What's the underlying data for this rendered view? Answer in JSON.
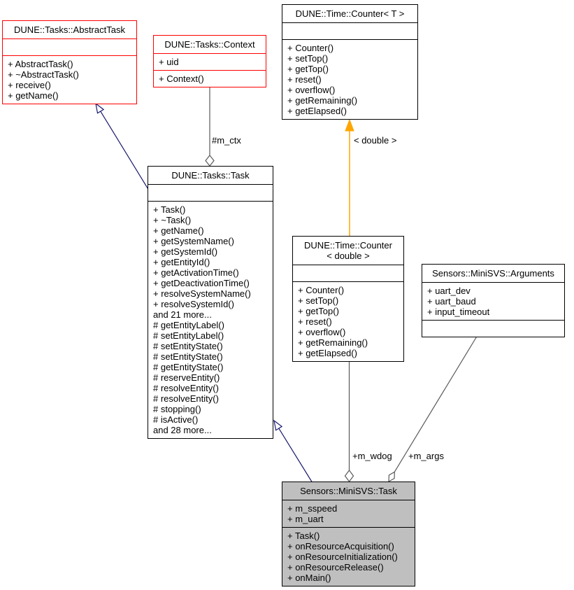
{
  "colors": {
    "inheritance_edge": "#191970",
    "template_edge": "#ffa500",
    "aggregation_edge": "#5a5a5a",
    "truncated_box_border": "#ff0000",
    "normal_box_border": "#000000",
    "current_node_background": "#bfbfbf",
    "box_background": "#ffffff"
  },
  "classes": [
    {
      "id": "abstract-task",
      "title": "DUNE::Tasks::AbstractTask",
      "attributes": [],
      "methods": [
        "+ AbstractTask()",
        "+ ~AbstractTask()",
        "+ receive()",
        "+ getName()"
      ]
    },
    {
      "id": "context",
      "title": "DUNE::Tasks::Context",
      "attributes": [
        "+ uid"
      ],
      "methods": [
        "+ Context()"
      ]
    },
    {
      "id": "counter-template",
      "title": "DUNE::Time::Counter< T >",
      "attributes": [],
      "methods": [
        "+ Counter()",
        "+ setTop()",
        "+ getTop()",
        "+ reset()",
        "+ overflow()",
        "+ getRemaining()",
        "+ getElapsed()"
      ]
    },
    {
      "id": "task",
      "title": "DUNE::Tasks::Task",
      "attributes": [],
      "methods": [
        "+ Task()",
        "+ ~Task()",
        "+ getName()",
        "+ getSystemName()",
        "+ getSystemId()",
        "+ getEntityId()",
        "+ getActivationTime()",
        "+ getDeactivationTime()",
        "+ resolveSystemName()",
        "+ resolveSystemId()",
        "and 21 more...",
        "# getEntityLabel()",
        "# setEntityLabel()",
        "# setEntityState()",
        "# setEntityState()",
        "# getEntityState()",
        "# reserveEntity()",
        "# resolveEntity()",
        "# resolveEntity()",
        "# stopping()",
        "# isActive()",
        "and 28 more..."
      ]
    },
    {
      "id": "counter-double",
      "title_lines": [
        "DUNE::Time::Counter",
        "< double >"
      ],
      "attributes": [],
      "methods": [
        "+ Counter()",
        "+ setTop()",
        "+ getTop()",
        "+ reset()",
        "+ overflow()",
        "+ getRemaining()",
        "+ getElapsed()"
      ]
    },
    {
      "id": "arguments",
      "title": "Sensors::MiniSVS::Arguments",
      "attributes": [
        "+ uart_dev",
        "+ uart_baud",
        "+ input_timeout"
      ],
      "methods": []
    },
    {
      "id": "minisvs-task",
      "title": "Sensors::MiniSVS::Task",
      "attributes": [
        "+ m_sspeed",
        "+ m_uart"
      ],
      "methods": [
        "+ Task()",
        "+ onResourceAcquisition()",
        "+ onResourceInitialization()",
        "+ onResourceRelease()",
        "+ onMain()"
      ]
    }
  ],
  "edges": [
    {
      "id": "task-inherits-abstracttask",
      "type": "inheritance",
      "label": ""
    },
    {
      "id": "context-member-of-task",
      "type": "aggregation",
      "label": "#m_ctx"
    },
    {
      "id": "counter-double-instance-of-template",
      "type": "template-instantiation",
      "label": "< double >"
    },
    {
      "id": "minisvs-inherits-task",
      "type": "inheritance",
      "label": ""
    },
    {
      "id": "counter-member-of-minisvs",
      "type": "aggregation",
      "label": "+m_wdog"
    },
    {
      "id": "arguments-member-of-minisvs",
      "type": "aggregation",
      "label": "+m_args"
    }
  ]
}
